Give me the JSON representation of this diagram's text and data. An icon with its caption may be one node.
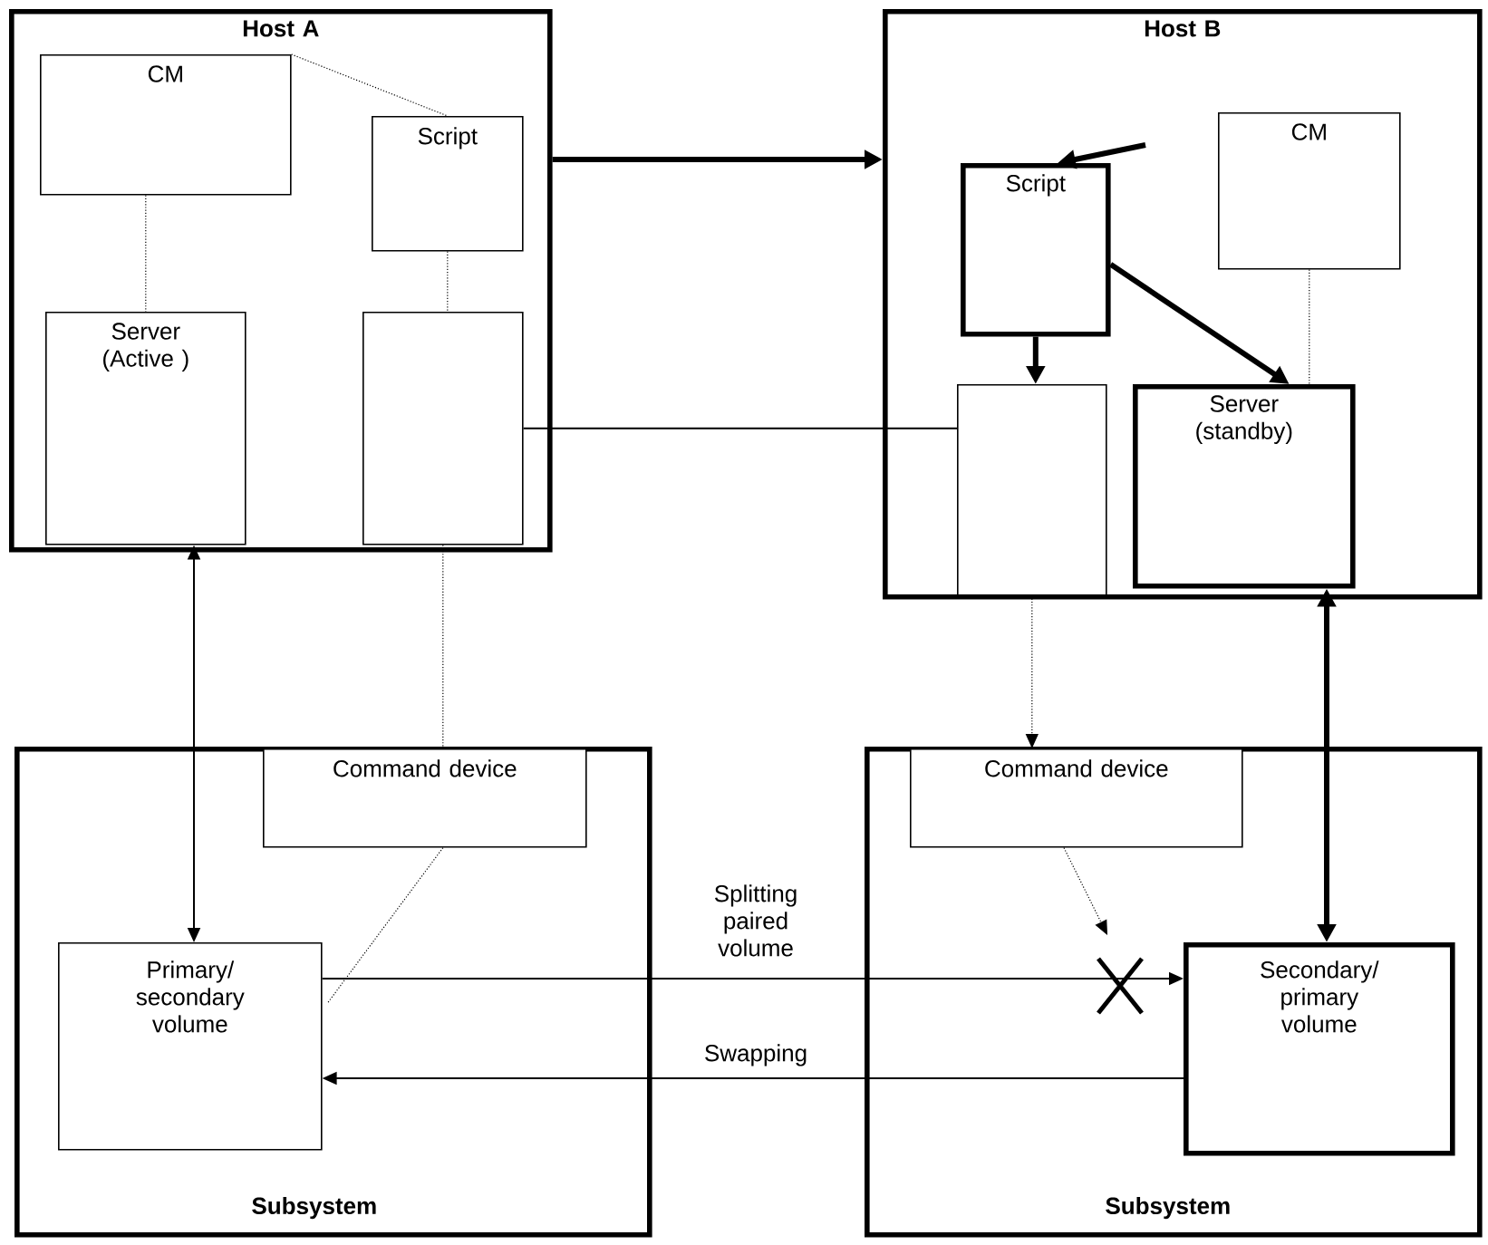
{
  "diagram": {
    "nodes": [
      {
        "text": [
          "Host A"
        ]
      },
      {
        "text": [
          "CM"
        ],
        "in": 0
      },
      {
        "text": [
          "Script"
        ],
        "in": 0
      },
      {
        "text": [
          "Server (Active )"
        ],
        "in": 0
      },
      {
        "text": [],
        "shape": "box",
        "in": 0
      },
      {
        "text": [
          "Host B"
        ]
      },
      {
        "text": [
          "Script"
        ],
        "in": 5
      },
      {
        "text": [
          "CM"
        ],
        "in": 5
      },
      {
        "text": [],
        "shape": "box",
        "in": 5
      },
      {
        "text": [
          "Server (standby)"
        ],
        "in": 5
      },
      {
        "text": [
          "Subsystem"
        ]
      },
      {
        "text": [
          "Command device"
        ],
        "in": 10
      },
      {
        "text": [
          "Primary/ secondary volume"
        ],
        "in": 10
      },
      {
        "text": [
          "Subsystem"
        ]
      },
      {
        "text": [
          "Command device"
        ],
        "in": 13
      },
      {
        "text": [
          "Secondary/ primary volume"
        ],
        "in": 13
      }
    ],
    "edges": [
      {
        "from": 0,
        "to": 5,
        "arrow": "to",
        "style": "thick"
      },
      {
        "from": null,
        "to": 6,
        "arrow": "to",
        "style": "thick"
      },
      {
        "from": 1,
        "to": 2,
        "arrow": "none",
        "style": "dashed"
      },
      {
        "from": 1,
        "to": 3,
        "arrow": "none",
        "style": "dashed"
      },
      {
        "from": 2,
        "to": 4,
        "arrow": "none",
        "style": "dashed"
      },
      {
        "from": 4,
        "to": 8,
        "arrow": "none"
      },
      {
        "from": 6,
        "to": 8,
        "arrow": "to",
        "style": "thick"
      },
      {
        "from": 6,
        "to": 9,
        "arrow": "to",
        "style": "thick"
      },
      {
        "from": 7,
        "to": 9,
        "arrow": "none",
        "style": "dashed"
      },
      {
        "from": 3,
        "to": 12,
        "arrow": "both"
      },
      {
        "from": 4,
        "to": 11,
        "arrow": "none",
        "style": "dashed"
      },
      {
        "from": 11,
        "to": 12,
        "arrow": "none",
        "style": "dashed"
      },
      {
        "from": 8,
        "to": 14,
        "arrow": "to",
        "style": "dashed"
      },
      {
        "from": 14,
        "to": null,
        "arrow": "to",
        "style": "dashed"
      },
      {
        "from": 9,
        "to": 15,
        "arrow": "both",
        "style": "thick"
      },
      {
        "from": 12,
        "to": 15,
        "arrow": "to",
        "label": "Splitting paired volume"
      },
      {
        "from": 15,
        "to": 12,
        "arrow": "to",
        "label": "Swapping"
      }
    ]
  }
}
